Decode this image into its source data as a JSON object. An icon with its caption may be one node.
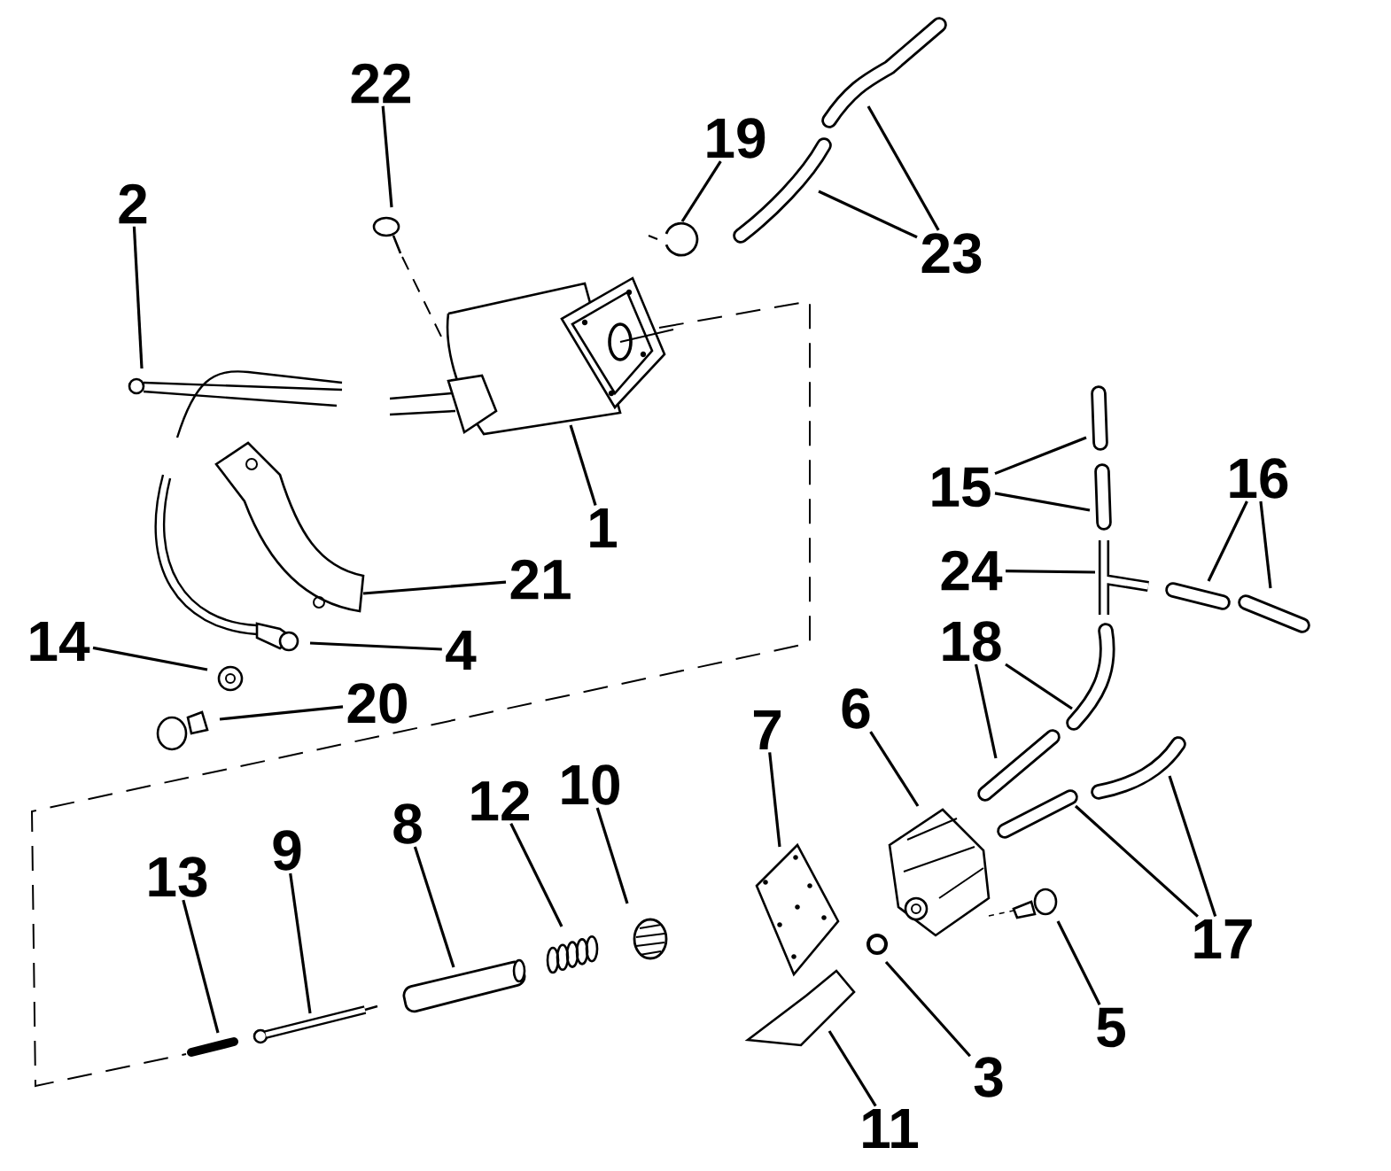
{
  "diagram": {
    "nodes": [
      {
        "text": [
          "22"
        ]
      },
      {
        "text": [
          "19"
        ]
      },
      {
        "text": [
          "2"
        ]
      },
      {
        "text": [
          "23"
        ]
      },
      {
        "text": [
          "1"
        ]
      },
      {
        "text": [
          "15"
        ]
      },
      {
        "text": [
          "16"
        ]
      },
      {
        "text": [
          "21"
        ]
      },
      {
        "text": [
          "24"
        ]
      },
      {
        "text": [
          "14"
        ]
      },
      {
        "text": [
          "4"
        ]
      },
      {
        "text": [
          "18"
        ]
      },
      {
        "text": [
          "20"
        ]
      },
      {
        "text": [
          "6"
        ]
      },
      {
        "text": [
          "7"
        ]
      },
      {
        "text": [
          "10"
        ]
      },
      {
        "text": [
          "12"
        ]
      },
      {
        "text": [
          "8"
        ]
      },
      {
        "text": [
          "9"
        ]
      },
      {
        "text": [
          "13"
        ]
      },
      {
        "text": [
          "17"
        ]
      },
      {
        "text": [
          "5"
        ]
      },
      {
        "text": [
          "3"
        ]
      },
      {
        "text": [
          "11"
        ]
      }
    ],
    "edges": [
      {
        "from": 0,
        "to": null,
        "arrow": "none"
      },
      {
        "from": 1,
        "to": null,
        "arrow": "none"
      },
      {
        "from": 2,
        "to": null,
        "arrow": "none"
      },
      {
        "from": 3,
        "to": null,
        "arrow": "none"
      },
      {
        "from": 3,
        "to": null,
        "arrow": "none"
      },
      {
        "from": 4,
        "to": null,
        "arrow": "none"
      },
      {
        "from": 5,
        "to": null,
        "arrow": "none"
      },
      {
        "from": 5,
        "to": null,
        "arrow": "none"
      },
      {
        "from": 6,
        "to": null,
        "arrow": "none"
      },
      {
        "from": 6,
        "to": null,
        "arrow": "none"
      },
      {
        "from": 7,
        "to": null,
        "arrow": "none"
      },
      {
        "from": 8,
        "to": null,
        "arrow": "none"
      },
      {
        "from": 9,
        "to": null,
        "arrow": "none"
      },
      {
        "from": 10,
        "to": null,
        "arrow": "none"
      },
      {
        "from": 11,
        "to": null,
        "arrow": "none"
      },
      {
        "from": 11,
        "to": null,
        "arrow": "none"
      },
      {
        "from": 12,
        "to": null,
        "arrow": "none"
      },
      {
        "from": 13,
        "to": null,
        "arrow": "none"
      },
      {
        "from": 14,
        "to": null,
        "arrow": "none"
      },
      {
        "from": 15,
        "to": null,
        "arrow": "none"
      },
      {
        "from": 16,
        "to": null,
        "arrow": "none"
      },
      {
        "from": 17,
        "to": null,
        "arrow": "none"
      },
      {
        "from": 18,
        "to": null,
        "arrow": "none"
      },
      {
        "from": 19,
        "to": null,
        "arrow": "none"
      },
      {
        "from": 20,
        "to": null,
        "arrow": "none"
      },
      {
        "from": 20,
        "to": null,
        "arrow": "none"
      },
      {
        "from": 21,
        "to": null,
        "arrow": "none"
      },
      {
        "from": 22,
        "to": null,
        "arrow": "none"
      },
      {
        "from": 23,
        "to": null,
        "arrow": "none"
      }
    ]
  }
}
